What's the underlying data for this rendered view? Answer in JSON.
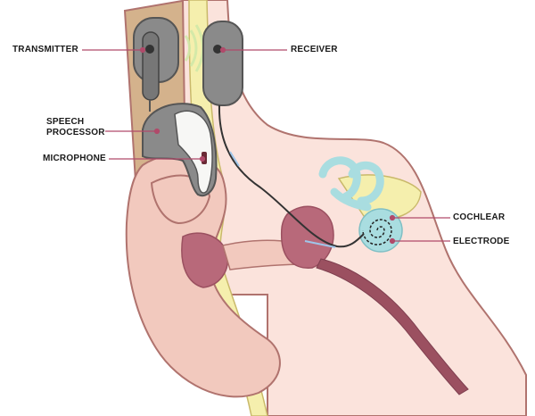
{
  "labels": {
    "transmitter": "TRANSMITTER",
    "receiver": "RECEIVER",
    "speech_processor": "SPEECH PROCESSOR",
    "microphone": "MICROPHONE",
    "cochlear": "COCHLEAR",
    "electrode": "ELECTRODE"
  },
  "colors": {
    "skin": "#f2c9be",
    "skin_light": "#fbe3dc",
    "outline": "#b0736e",
    "bone": "#f5efad",
    "muscle": "#b8697a",
    "canal_dark": "#9b5060",
    "device_gray": "#8a8a8a",
    "device_dark": "#555555",
    "cochlea_blue": "#a9dde0",
    "skull_tan": "#d4b28c",
    "leader_line": "#b04a6a",
    "sound_wave": "#cfe9a8"
  }
}
